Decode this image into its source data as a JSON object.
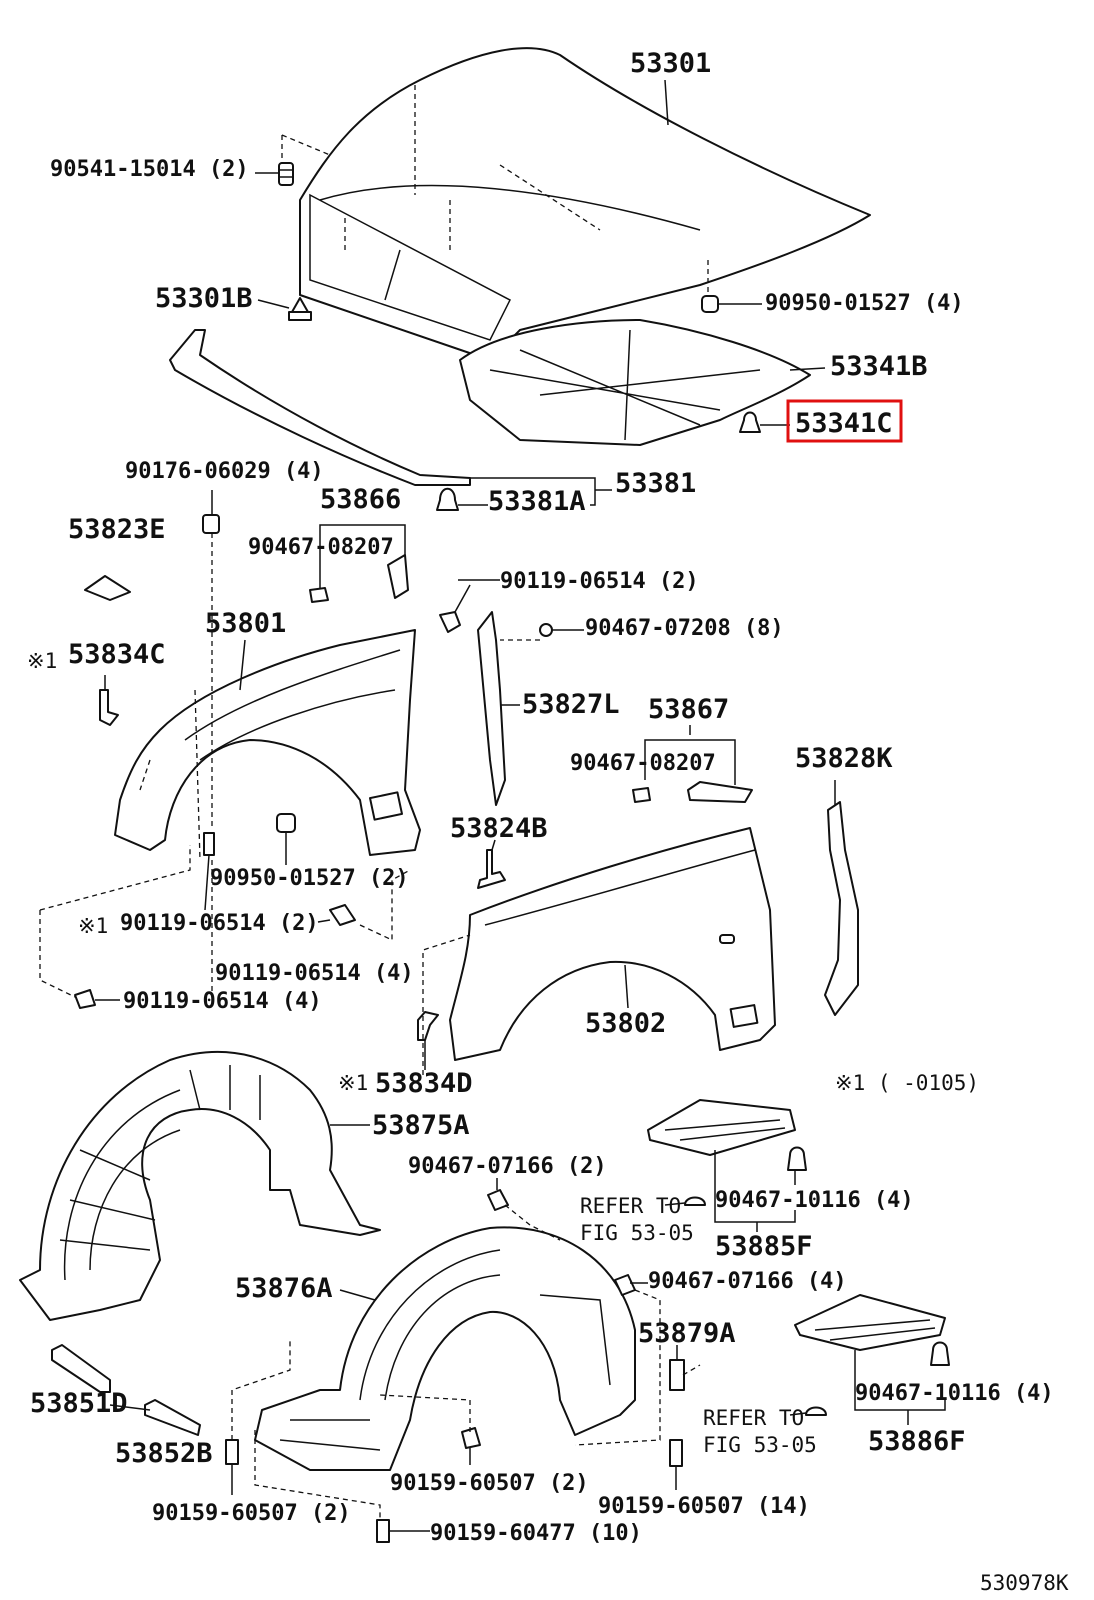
{
  "labels": {
    "hood": "53301",
    "cushion_top": "90541-15014 (2)",
    "hood_b": "53301B",
    "hood_nut": "90950-01527 (4)",
    "hood_insulator_b": "53341B",
    "hood_insulator_c": "53341C",
    "clip_90176": "90176-06029 (4)",
    "seal_53866": "53866",
    "clip_53381a": "53381A",
    "seal_53381": "53381",
    "bracket_53823e": "53823E",
    "clip_90467_08207_a": "90467-08207",
    "bolt_90119_2": "90119-06514 (2)",
    "fender_53801": "53801",
    "clip_90467_07208": "90467-07208 (8)",
    "note_mark_a": "※1",
    "bracket_53834c": "53834C",
    "seal_53827l": "53827L",
    "seal_53867": "53867",
    "clip_90467_08207_b": "90467-08207",
    "seal_53828k": "53828K",
    "bracket_53824b": "53824B",
    "nut_90950_2": "90950-01527 (2)",
    "note_mark_b": "※1",
    "bolt_90119_2b": "90119-06514 (2)",
    "bolt_90119_4a": "90119-06514 (4)",
    "bolt_90119_4b": "90119-06514 (4)",
    "fender_53802": "53802",
    "note_mark_c": "※1",
    "bracket_53834d": "53834D",
    "note_range": "※1 (     -0105)",
    "liner_53875a": "53875A",
    "clip_90467_07166_2": "90467-07166 (2)",
    "refer_a_1": "REFER TO",
    "refer_a_2": "FIG 53-05",
    "clip_90467_10116_a": "90467-10116 (4)",
    "cover_53885f": "53885F",
    "liner_53876a": "53876A",
    "clip_90467_07166_4": "90467-07166 (4)",
    "liner_53879a": "53879A",
    "bracket_53851d": "53851D",
    "clip_90467_10116_b": "90467-10116 (4)",
    "refer_b_1": "REFER TO",
    "refer_b_2": "FIG 53-05",
    "bracket_53852b": "53852B",
    "cover_53886f": "53886F",
    "screw_90159_2a": "90159-60507 (2)",
    "screw_90159_2b": "90159-60507 (2)",
    "screw_90159_14": "90159-60507 (14)",
    "screw_90159_60477": "90159-60477 (10)",
    "figure_code": "530978K"
  },
  "highlight_color": "#e01010"
}
